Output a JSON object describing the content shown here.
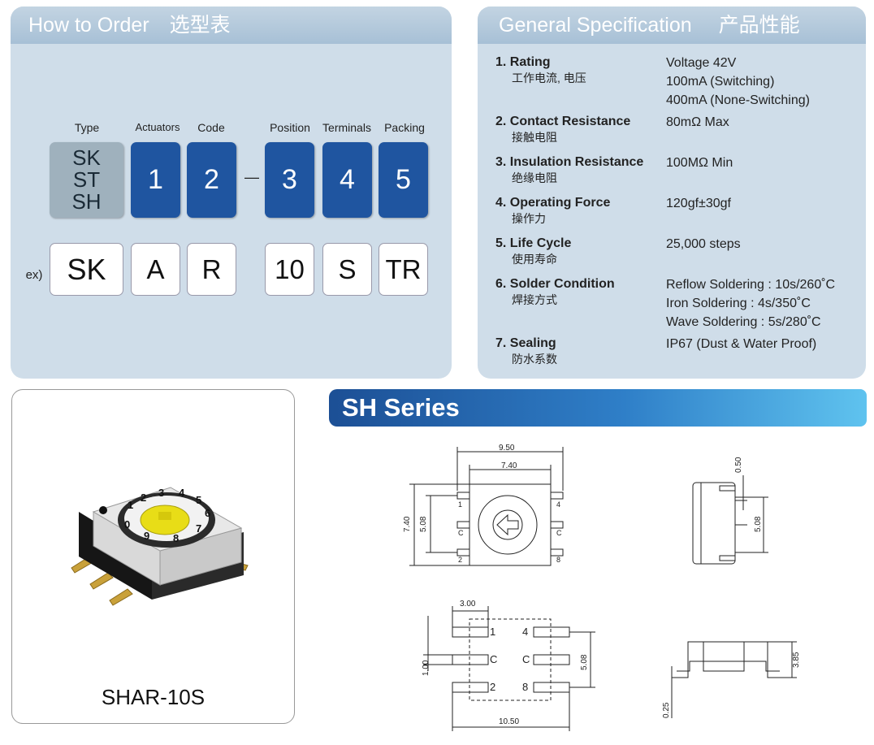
{
  "order": {
    "title": "How to Order",
    "title_cn": "选型表",
    "labels": [
      "Type",
      "Actuators",
      "Code",
      "Position",
      "Terminals",
      "Packing"
    ],
    "type_lines": [
      "SK",
      "ST",
      "SH"
    ],
    "codes": [
      "1",
      "2",
      "3",
      "4",
      "5"
    ],
    "dash": "—",
    "ex_label": "ex)",
    "example": [
      "SK",
      "A",
      "R",
      "10",
      "S",
      "TR"
    ]
  },
  "spec": {
    "title": "General Specification",
    "title_cn": "产品性能",
    "items": [
      {
        "num": "1.",
        "name": "Rating",
        "cn": "工作电流, 电压",
        "values": [
          "Voltage 42V",
          "100mA (Switching)",
          "400mA (None-Switching)"
        ]
      },
      {
        "num": "2.",
        "name": "Contact Resistance",
        "cn": "接触电阻",
        "values": [
          "80mΩ  Max"
        ]
      },
      {
        "num": "3.",
        "name": "Insulation Resistance",
        "cn": "绝缘电阻",
        "values": [
          "100MΩ  Min"
        ]
      },
      {
        "num": "4.",
        "name": "Operating Force",
        "cn": "操作力",
        "values": [
          "120gf±30gf"
        ]
      },
      {
        "num": "5.",
        "name": "Life Cycle",
        "cn": "使用寿命",
        "values": [
          "25,000 steps"
        ]
      },
      {
        "num": "6.",
        "name": "Solder Condition",
        "cn": "焊接方式",
        "values": [
          "Reflow Soldering  : 10s/260˚C",
          "Iron Soldering : 4s/350˚C",
          "Wave Soldering : 5s/280˚C"
        ]
      },
      {
        "num": "7.",
        "name": "Sealing",
        "cn": "防水系数",
        "values": [
          "IP67 (Dust & Water Proof)"
        ]
      }
    ]
  },
  "product": {
    "name": "SHAR-10S"
  },
  "series": {
    "title": "SH Series"
  },
  "drawing": {
    "dims": [
      "9.50",
      "7.40",
      "7.40",
      "5.08",
      "0.50",
      "5.08",
      "3.00",
      "1.00",
      "5.08",
      "10.50",
      "3.85",
      "0.25"
    ],
    "pins_top": [
      "1",
      "4",
      "C",
      "C",
      "2",
      "8"
    ],
    "pins_pad": [
      "1",
      "4",
      "C",
      "C",
      "2",
      "8"
    ],
    "dial_digits": [
      "1",
      "2",
      "3",
      "4",
      "5",
      "6",
      "7",
      "8",
      "9",
      "0"
    ]
  },
  "colors": {
    "accent": "#1f55a0",
    "panel": "#cfdde9"
  }
}
